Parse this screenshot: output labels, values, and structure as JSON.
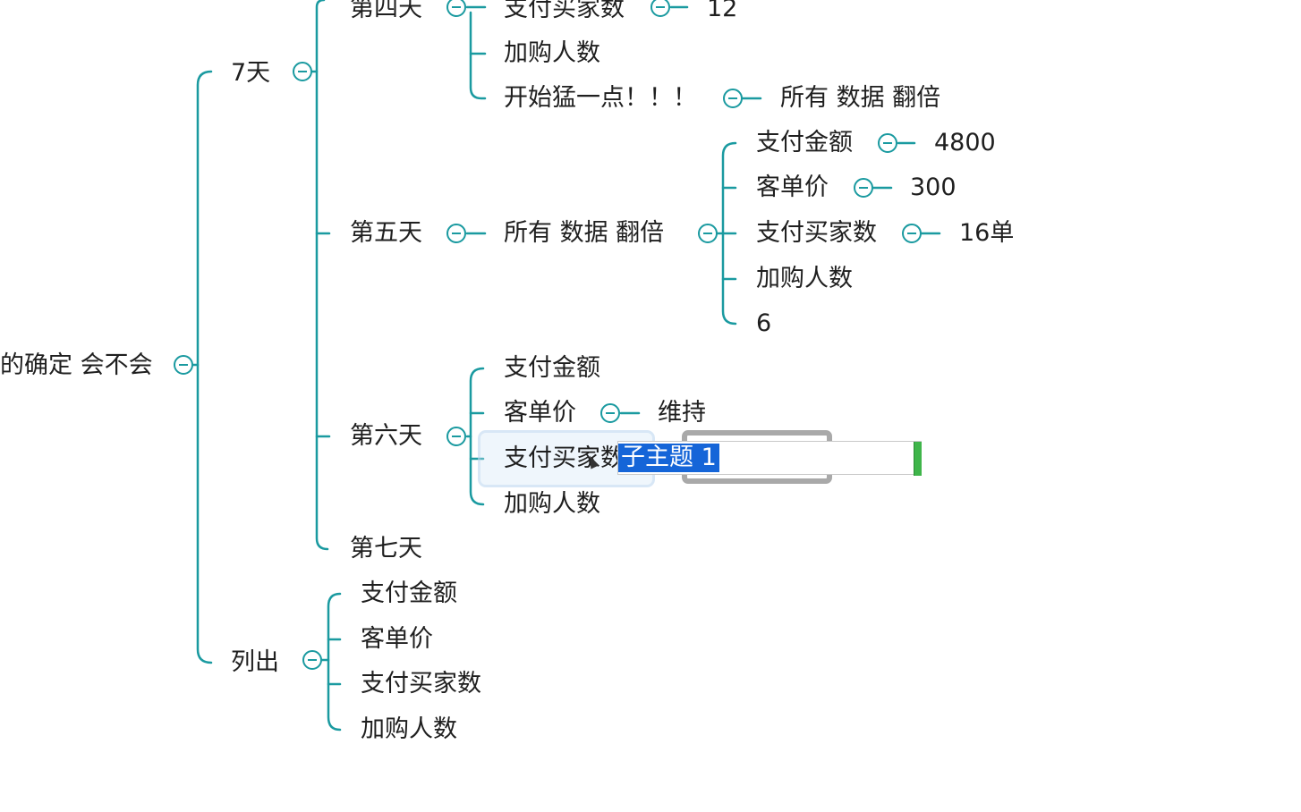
{
  "mindmap": {
    "root": {
      "label": "的确定 会不会"
    },
    "branch_7days": {
      "label": "7天"
    },
    "branch_list": {
      "label": "列出"
    },
    "day4": {
      "label": "第四天",
      "children": [
        "支付买家数",
        "加购人数",
        "开始猛一点！！！"
      ],
      "buyers_value": "12",
      "boost_child": "所有 数据  翻倍"
    },
    "day5": {
      "label": "第五天",
      "child": "所有 数据  翻倍",
      "sub": [
        "支付金额",
        "客单价",
        "支付买家数",
        "加购人数",
        "6"
      ],
      "values": [
        "4800",
        "300",
        "16单"
      ]
    },
    "day6": {
      "label": "第六天",
      "children": [
        "支付金额",
        "客单价",
        "支付买家数",
        "加购人数"
      ],
      "aov_value": "维持",
      "editing_text": "子主题 1"
    },
    "day7": {
      "label": "第七天"
    },
    "list_items": [
      "支付金额",
      "客单价",
      "支付买家数",
      "加购人数"
    ]
  },
  "colors": {
    "connector": "#1a9aa0",
    "selection": "#1565d8",
    "handle": "#3fb54a"
  }
}
